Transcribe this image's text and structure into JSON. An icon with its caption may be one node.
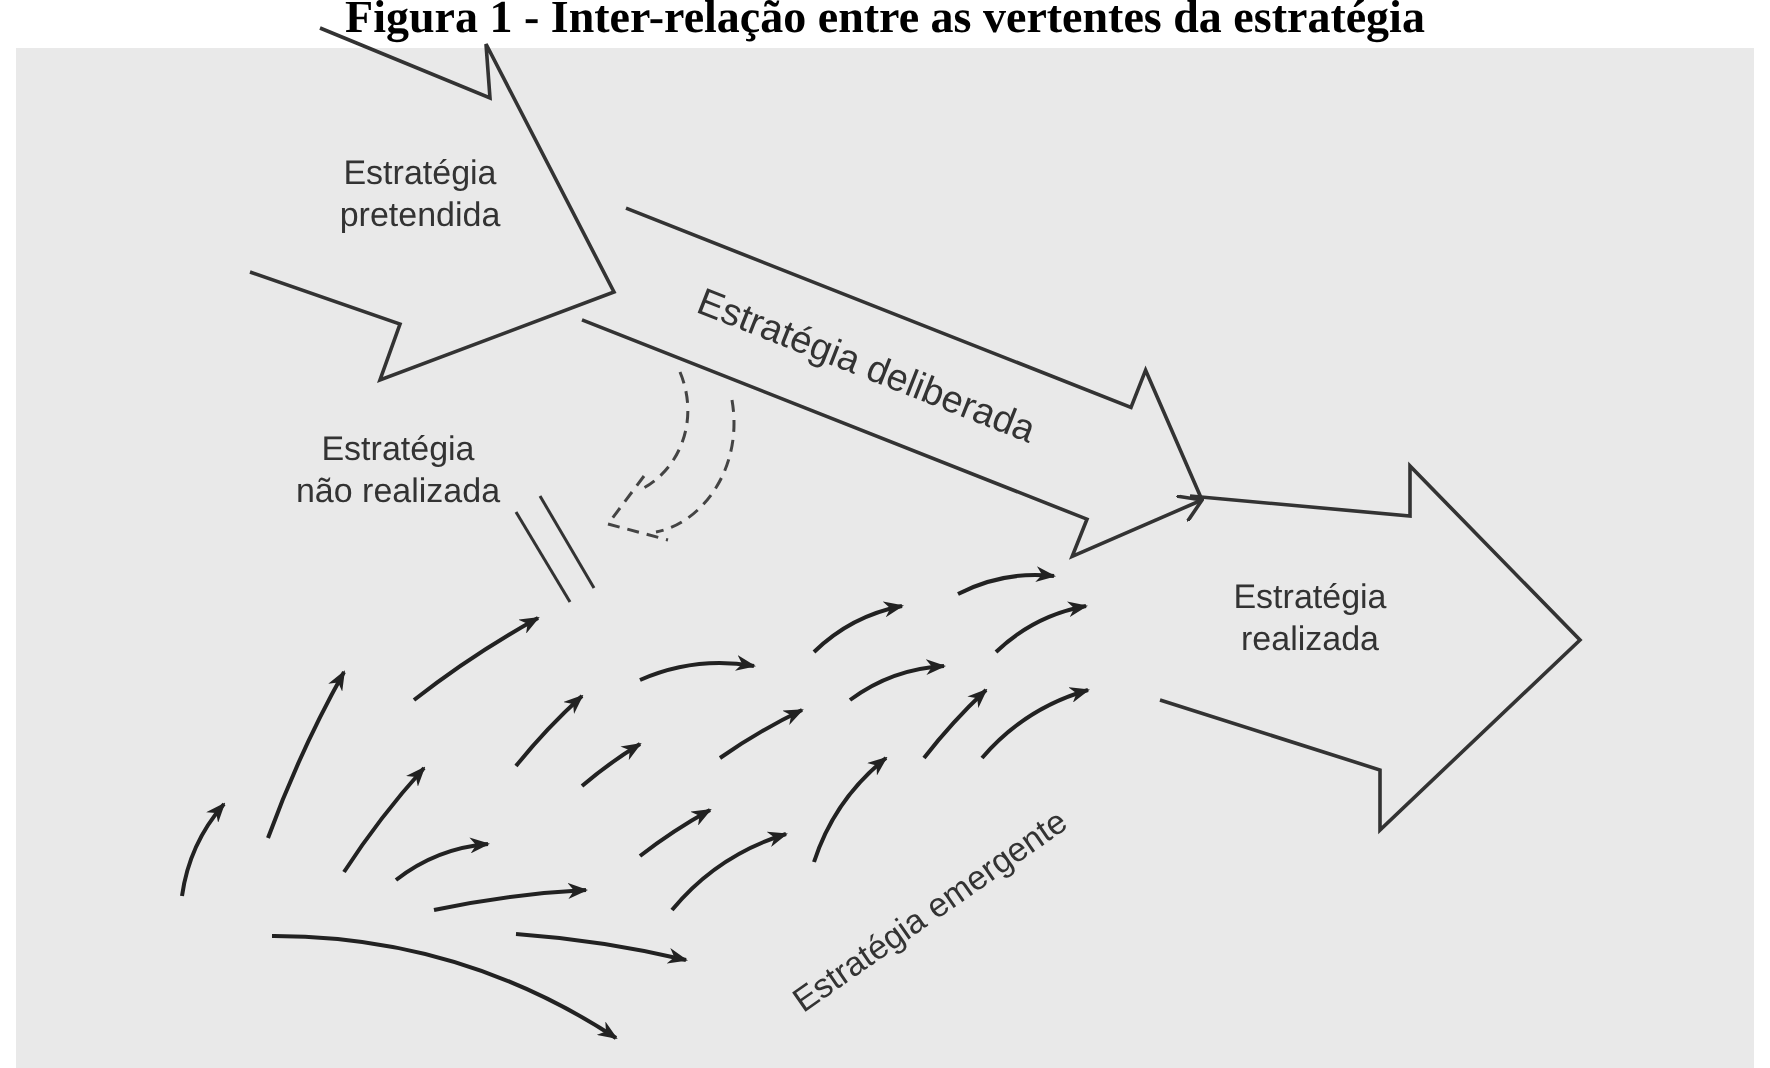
{
  "diagram": {
    "title": "Figura 1 - Inter-relação entre as vertentes da estratégia",
    "nodes": [
      {
        "text": [
          "Estratégia pretendida"
        ]
      },
      {
        "text": [
          "Estratégia realizada"
        ]
      }
    ],
    "edges": [
      {
        "from": 0,
        "to": 1,
        "arrow": "to",
        "label": "Estratégia deliberada"
      }
    ],
    "labels": [
      "Estratégia não realizada",
      "Estratégia emergente"
    ]
  }
}
